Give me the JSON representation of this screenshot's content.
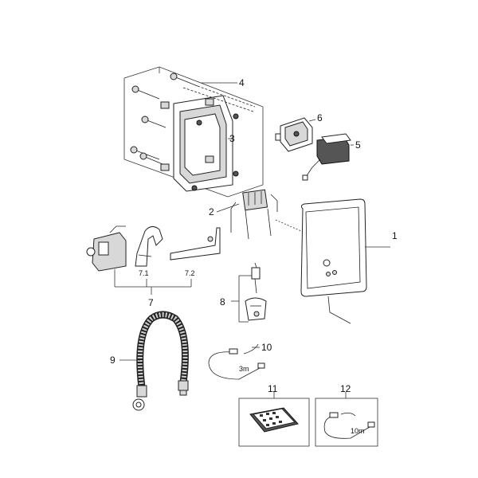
{
  "callouts": {
    "c1": "1",
    "c2": "2",
    "c3": "3",
    "c4": "4",
    "c5": "5",
    "c6": "6",
    "c7": "7",
    "c7_1": "7.1",
    "c7_2": "7.2",
    "c8": "8",
    "c9": "9",
    "c10": "10",
    "c11": "11",
    "c12": "12"
  },
  "cable_lengths": {
    "part10": "3m",
    "part12": "10m"
  }
}
